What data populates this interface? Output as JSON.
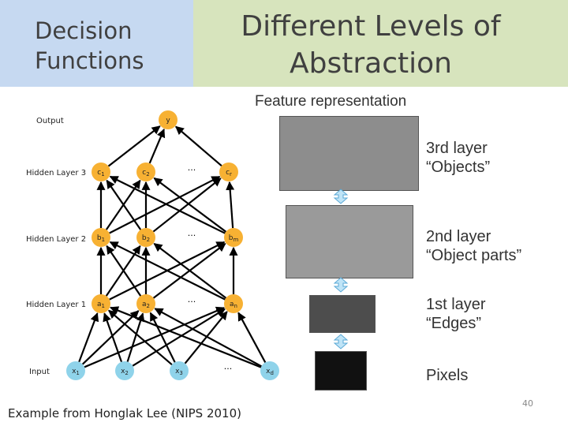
{
  "header": {
    "left_title_line1": "Decision",
    "left_title_line2": "Functions",
    "right_title_line1": "Different Levels of",
    "right_title_line2": "Abstraction"
  },
  "network": {
    "layers": [
      {
        "label": "Output",
        "nodes": [
          "y"
        ]
      },
      {
        "label": "Hidden Layer 3",
        "nodes": [
          "c1",
          "c2",
          "...",
          "cr"
        ]
      },
      {
        "label": "Hidden Layer 2",
        "nodes": [
          "b1",
          "b2",
          "...",
          "bm"
        ]
      },
      {
        "label": "Hidden Layer 1",
        "nodes": [
          "a1",
          "a2",
          "...",
          "an"
        ]
      },
      {
        "label": "Input",
        "nodes": [
          "x1",
          "x2",
          "x3",
          "...",
          "xd"
        ]
      }
    ],
    "node_fill": "#f7b133",
    "input_fill": "#8fd3ea"
  },
  "feature": {
    "title": "Feature representation",
    "layers": [
      {
        "line1": "3rd layer",
        "line2": "“Objects”"
      },
      {
        "line1": "2nd layer",
        "line2": "“Object parts”"
      },
      {
        "line1": "1st layer",
        "line2": "“Edges”"
      },
      {
        "line1": "Pixels",
        "line2": ""
      }
    ]
  },
  "caption": "Example from Honglak Lee (NIPS 2010)",
  "slide_number": "40"
}
